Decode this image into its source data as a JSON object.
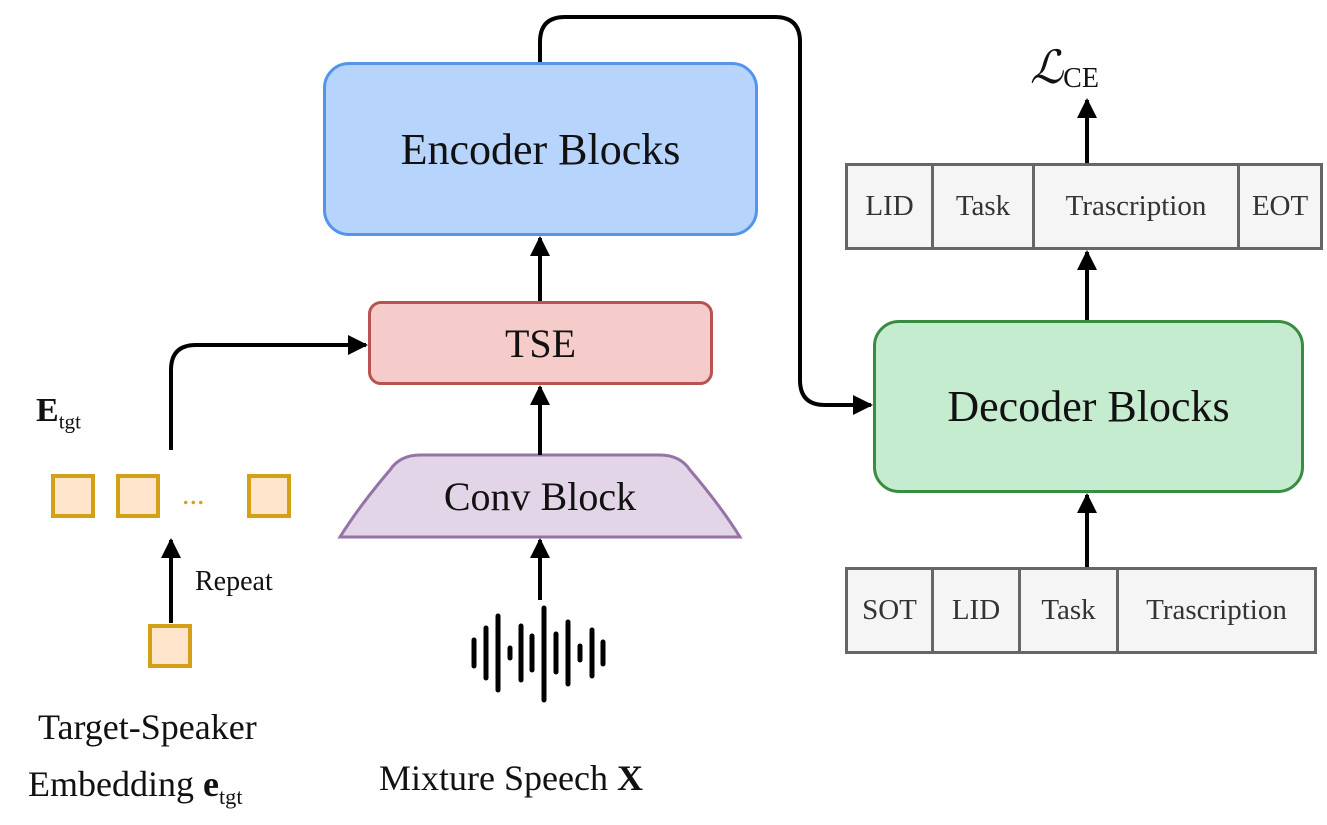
{
  "encoder": {
    "label": "Encoder Blocks"
  },
  "tse": {
    "label": "TSE"
  },
  "conv": {
    "label": "Conv Block"
  },
  "decoder": {
    "label": "Decoder Blocks"
  },
  "loss": {
    "symbol": "ℒ",
    "subscript": "CE"
  },
  "output_tokens": [
    "LID",
    "Task",
    "Trascription",
    "EOT"
  ],
  "input_tokens": [
    "SOT",
    "LID",
    "Task",
    "Trascription"
  ],
  "embedding_matrix": {
    "symbol": "E",
    "subscript": "tgt",
    "dots": "..."
  },
  "repeat_label": "Repeat",
  "target_speaker": {
    "line1": "Target-Speaker",
    "line2_text": "Embedding ",
    "symbol": "e",
    "subscript": "tgt"
  },
  "mixture": {
    "text": "Mixture Speech ",
    "symbol": "X"
  },
  "colors": {
    "encoder_fill": "#b7d4fd",
    "encoder_border": "#5495ea",
    "tse_fill": "#f6cccb",
    "tse_border": "#b85450",
    "conv_fill": "#e1d5e7",
    "conv_border": "#9673a6",
    "decoder_fill": "#c5ecce",
    "decoder_border": "#3a8c42",
    "embedding_fill": "#ffe5cc",
    "embedding_border": "#d4a017",
    "token_fill": "#f5f5f5",
    "token_border": "#666666"
  }
}
